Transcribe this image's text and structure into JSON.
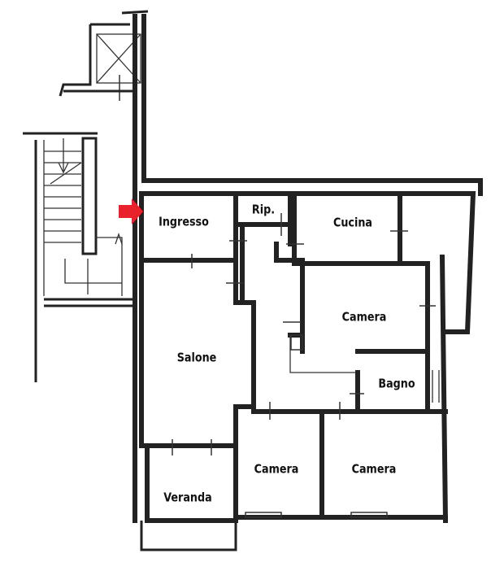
{
  "floor_plan": {
    "entrance_marker_color": "#e8212a",
    "rooms": {
      "ingresso": "Ingresso",
      "ripostiglio": "Rip.",
      "cucina": "Cucina",
      "camera_main": "Camera",
      "salone": "Salone",
      "bagno": "Bagno",
      "camera_left": "Camera",
      "camera_right": "Camera",
      "veranda": "Veranda"
    }
  }
}
